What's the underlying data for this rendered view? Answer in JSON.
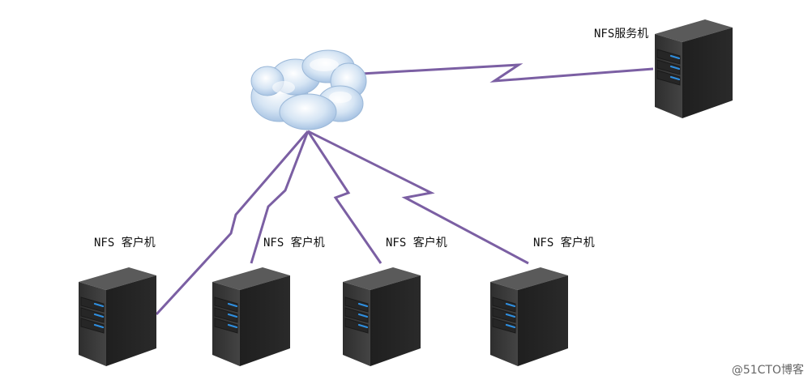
{
  "diagram": {
    "server_label": "NFS服务机",
    "client_labels": [
      "NFS 客户机",
      "NFS 客户机",
      "NFS 客户机",
      "NFS 客户机"
    ],
    "watermark": "@51CTO博客",
    "colors": {
      "link": "#7b5fa3",
      "server_body": "#3a3a3a",
      "server_top": "#555555",
      "server_led": "#2f8fe0",
      "cloud": "#c8dcef"
    }
  }
}
